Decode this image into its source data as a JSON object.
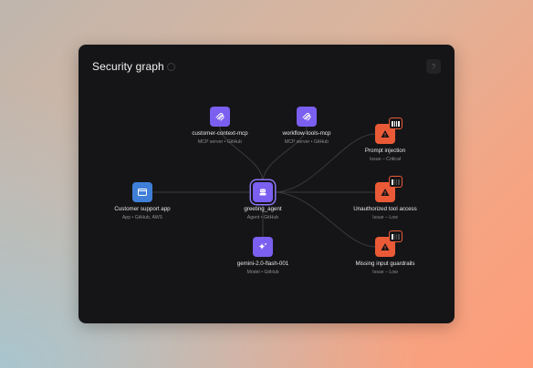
{
  "panel": {
    "title": "Security graph",
    "corner_button": "?"
  },
  "colors": {
    "mcp": "#7a5ff0",
    "app": "#3f7fd8",
    "issue": "#ea5a37",
    "edge": "#3a3a3e"
  },
  "nodes": {
    "customer_context": {
      "label": "customer-context-mcp",
      "sub": "MCP server • GitHub",
      "icon": "mcp-icon"
    },
    "workflow_tools": {
      "label": "workflow-tools-mcp",
      "sub": "MCP server • GitHub",
      "icon": "mcp-icon"
    },
    "support_app": {
      "label": "Customer support app",
      "sub": "App • GitHub, AWS",
      "icon": "browser-window-icon"
    },
    "greeting_agent": {
      "label": "greeting_agent",
      "sub": "Agent • GitHub",
      "icon": "robot-icon"
    },
    "gemini": {
      "label": "gemini-2.0-flash-001",
      "sub": "Model • GitHub",
      "icon": "sparkle-icon"
    },
    "prompt_injection": {
      "label": "Prompt injection",
      "sub": "Issue – Critical",
      "icon": "warning-icon",
      "severity_level": 4
    },
    "unauth_tool": {
      "label": "Unauthorized tool access",
      "sub": "Issue – Low",
      "icon": "warning-icon",
      "severity_level": 1
    },
    "missing_guardrails": {
      "label": "Missing input guardrails",
      "sub": "Issue – Low",
      "icon": "warning-icon",
      "severity_level": 1
    }
  }
}
